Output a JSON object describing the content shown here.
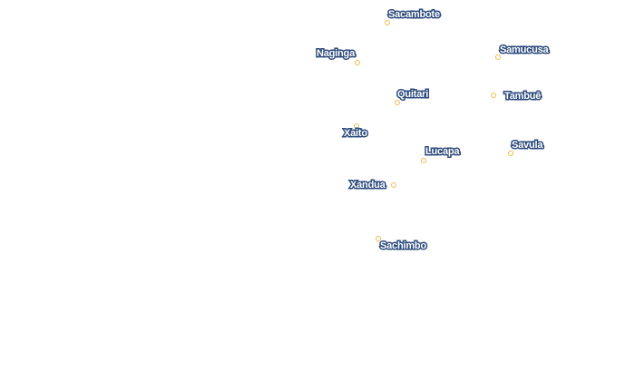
{
  "map": {
    "label_color": "#2c4a7c",
    "marker_color": "#f2b84b",
    "background": "#ffffff",
    "places": [
      {
        "name": "Sacambote"
      },
      {
        "name": "Naginga"
      },
      {
        "name": "Samucusa"
      },
      {
        "name": "Quitari"
      },
      {
        "name": "Tambuê"
      },
      {
        "name": "Xaito"
      },
      {
        "name": "Lucapa"
      },
      {
        "name": "Savula"
      },
      {
        "name": "Xandua"
      },
      {
        "name": "Sachimbo"
      }
    ]
  }
}
